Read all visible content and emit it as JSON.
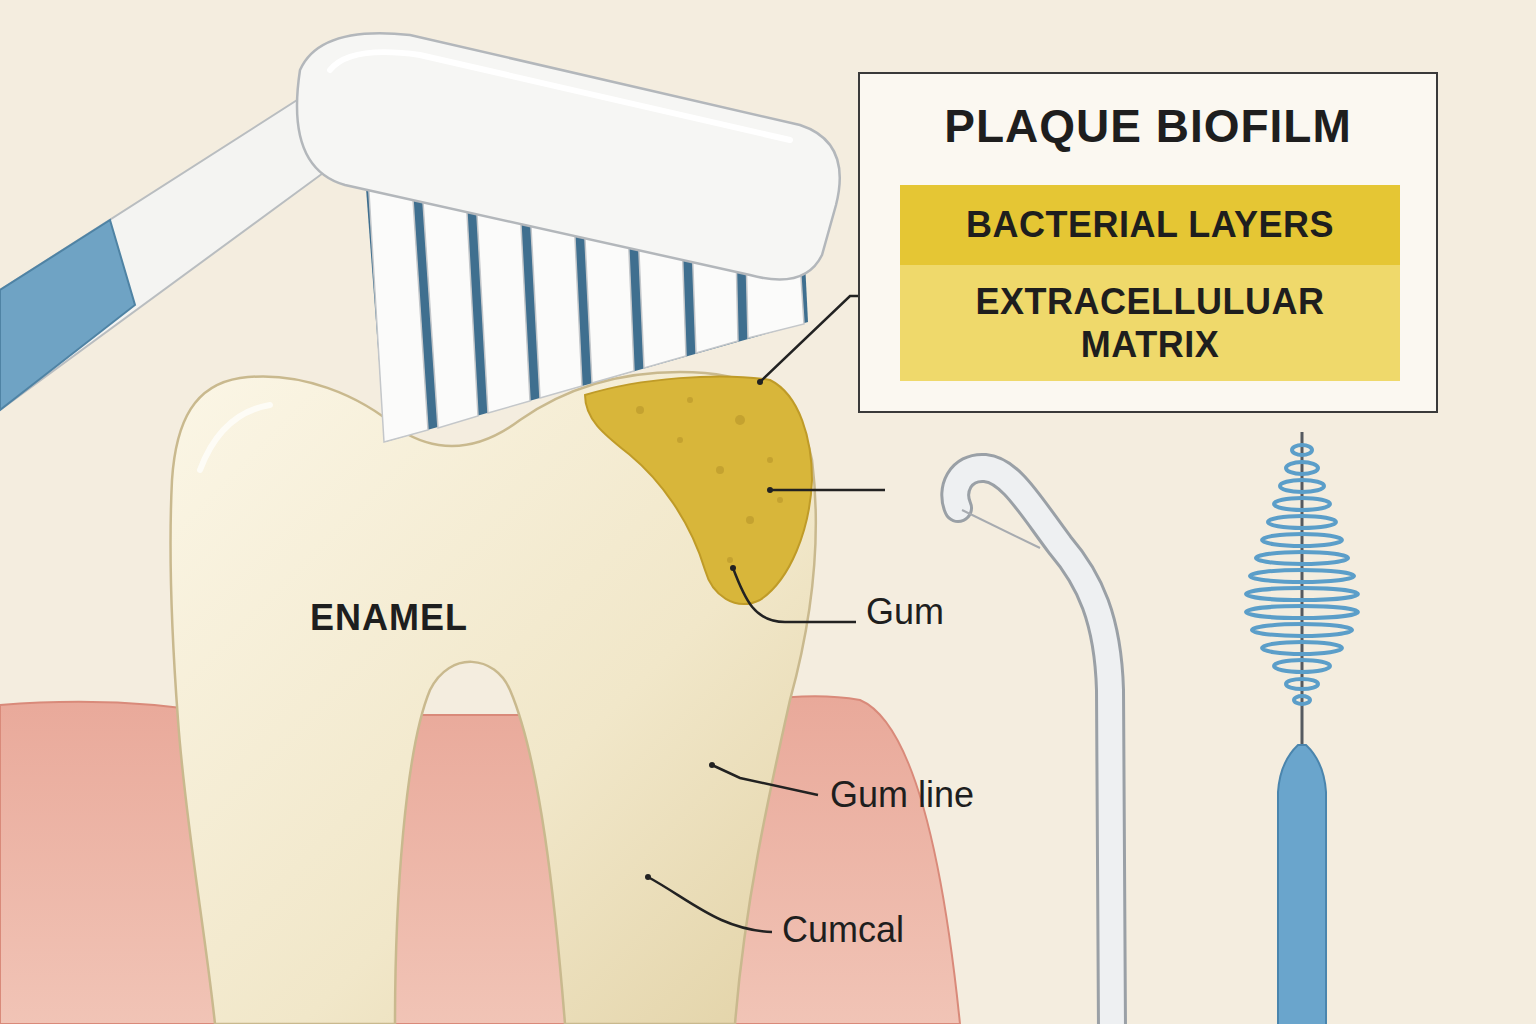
{
  "diagram": {
    "nodes": [
      {
        "text": [
          "PLAQUE BIOFILM"
        ]
      },
      {
        "text": [
          "BACTERIAL LAYERS"
        ],
        "in": 0
      },
      {
        "text": [
          "EXTRACELLULUAR MATRIX"
        ],
        "in": 0
      }
    ],
    "labels": [
      "ENAMEL",
      "Gum",
      "Gum line",
      "Cumcal"
    ]
  }
}
